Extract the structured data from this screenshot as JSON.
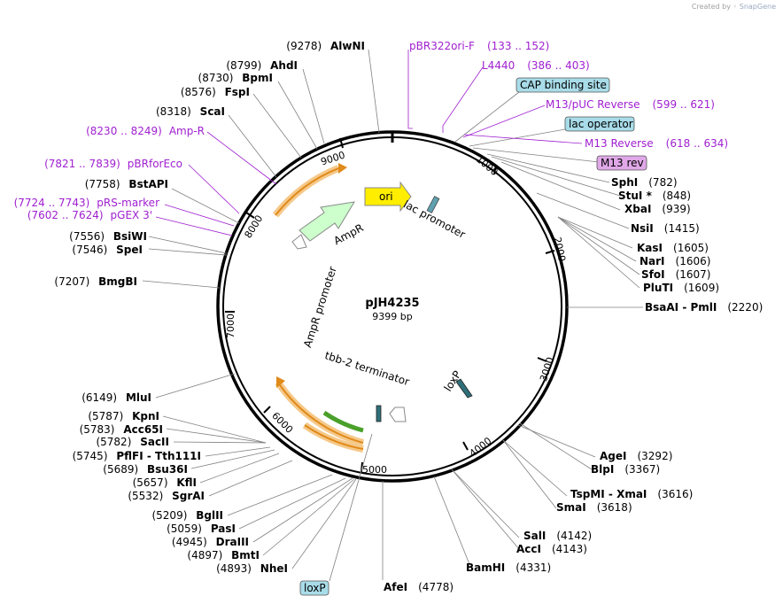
{
  "credit": {
    "prefix": "Created by",
    "brand": "SnapGene"
  },
  "plasmid": {
    "name": "pJH4235",
    "size_label": "9399 bp",
    "total_bp": 9399
  },
  "ticks": [
    "1000",
    "2000",
    "3000",
    "4000",
    "5000",
    "6000",
    "7000",
    "8000",
    "9000"
  ],
  "features": {
    "ori": "ori",
    "ampr": "AmpR",
    "ampr_promoter": "AmpR promoter",
    "lac_promoter": "lac promoter",
    "tbb2": "tbb-2 terminator",
    "loxp_inner": "loxP"
  },
  "site_labels": [
    {
      "name": "AlwNI",
      "pos": "(9278)",
      "side": "left"
    },
    {
      "name": "AhdI",
      "pos": "(8799)",
      "side": "left"
    },
    {
      "name": "BpmI",
      "pos": "(8730)",
      "side": "left"
    },
    {
      "name": "FspI",
      "pos": "(8576)",
      "side": "left"
    },
    {
      "name": "ScaI",
      "pos": "(8318)",
      "side": "left"
    },
    {
      "name": "BstAPI",
      "pos": "(7758)",
      "side": "left"
    },
    {
      "name": "BsiWI",
      "pos": "(7556)",
      "side": "left"
    },
    {
      "name": "SpeI",
      "pos": "(7546)",
      "side": "left"
    },
    {
      "name": "BmgBI",
      "pos": "(7207)",
      "side": "left"
    },
    {
      "name": "MluI",
      "pos": "(6149)",
      "side": "left"
    },
    {
      "name": "KpnI",
      "pos": "(5787)",
      "side": "left"
    },
    {
      "name": "Acc65I",
      "pos": "(5783)",
      "side": "left"
    },
    {
      "name": "SacII",
      "pos": "(5782)",
      "side": "left"
    },
    {
      "name": "PflFI  -  Tth111I",
      "pos": "(5745)",
      "side": "left"
    },
    {
      "name": "Bsu36I",
      "pos": "(5689)",
      "side": "left"
    },
    {
      "name": "KflI",
      "pos": "(5657)",
      "side": "left"
    },
    {
      "name": "SgrAI",
      "pos": "(5532)",
      "side": "left"
    },
    {
      "name": "BglII",
      "pos": "(5209)",
      "side": "left"
    },
    {
      "name": "PasI",
      "pos": "(5059)",
      "side": "left"
    },
    {
      "name": "DraIII",
      "pos": "(4945)",
      "side": "left"
    },
    {
      "name": "BmtI",
      "pos": "(4897)",
      "side": "left"
    },
    {
      "name": "NheI",
      "pos": "(4893)",
      "side": "left"
    },
    {
      "name": "AfeI",
      "pos": "(4778)",
      "side": "right"
    },
    {
      "name": "BamHI",
      "pos": "(4331)",
      "side": "right"
    },
    {
      "name": "SalI",
      "pos": "(4142)",
      "side": "right"
    },
    {
      "name": "AccI",
      "pos": "(4143)",
      "side": "right"
    },
    {
      "name": "TspMI  -  XmaI",
      "pos": "(3616)",
      "side": "right"
    },
    {
      "name": "SmaI",
      "pos": "(3618)",
      "side": "right"
    },
    {
      "name": "AgeI",
      "pos": "(3292)",
      "side": "right"
    },
    {
      "name": "BlpI",
      "pos": "(3367)",
      "side": "right"
    },
    {
      "name": "BsaAI  -  PmlI",
      "pos": "(2220)",
      "side": "right"
    },
    {
      "name": "PluTI",
      "pos": "(1609)",
      "side": "right"
    },
    {
      "name": "SfoI",
      "pos": "(1607)",
      "side": "right"
    },
    {
      "name": "NarI",
      "pos": "(1606)",
      "side": "right"
    },
    {
      "name": "KasI",
      "pos": "(1605)",
      "side": "right"
    },
    {
      "name": "NsiI",
      "pos": "(1415)",
      "side": "right"
    },
    {
      "name": "XbaI",
      "pos": "(939)",
      "side": "right"
    },
    {
      "name": "StuI *",
      "pos": "(848)",
      "side": "right"
    },
    {
      "name": "SphI",
      "pos": "(782)",
      "side": "right"
    }
  ],
  "primers": [
    {
      "name": "pBR322ori-F",
      "range": "(133 .. 152)",
      "side": "right"
    },
    {
      "name": "L4440",
      "range": "(386 .. 403)",
      "side": "right"
    },
    {
      "name": "M13/pUC Reverse",
      "range": "(599 .. 621)",
      "side": "right"
    },
    {
      "name": "M13 Reverse",
      "range": "(618 .. 634)",
      "side": "right"
    },
    {
      "name": "Amp-R",
      "range": "(8230 .. 8249)",
      "side": "left"
    },
    {
      "name": "pBRforEco",
      "range": "(7821 .. 7839)",
      "side": "left"
    },
    {
      "name": "pRS-marker",
      "range": "(7724 .. 7743)",
      "side": "left"
    },
    {
      "name": "pGEX 3'",
      "range": "(7602 .. 7624)",
      "side": "left"
    }
  ],
  "boxed_features": [
    {
      "name": "CAP binding site",
      "color": "#a8dce8"
    },
    {
      "name": "lac operator",
      "color": "#a8dce8"
    },
    {
      "name": "M13 rev",
      "color": "#e0a8e8"
    },
    {
      "name": "loxP",
      "color": "#a8dce8"
    }
  ],
  "colors": {
    "primer": "#a020d0",
    "ori": "#ffee00",
    "ampr": "#ccffcc",
    "terminator": "#f5a623",
    "backbone": "#000000"
  }
}
